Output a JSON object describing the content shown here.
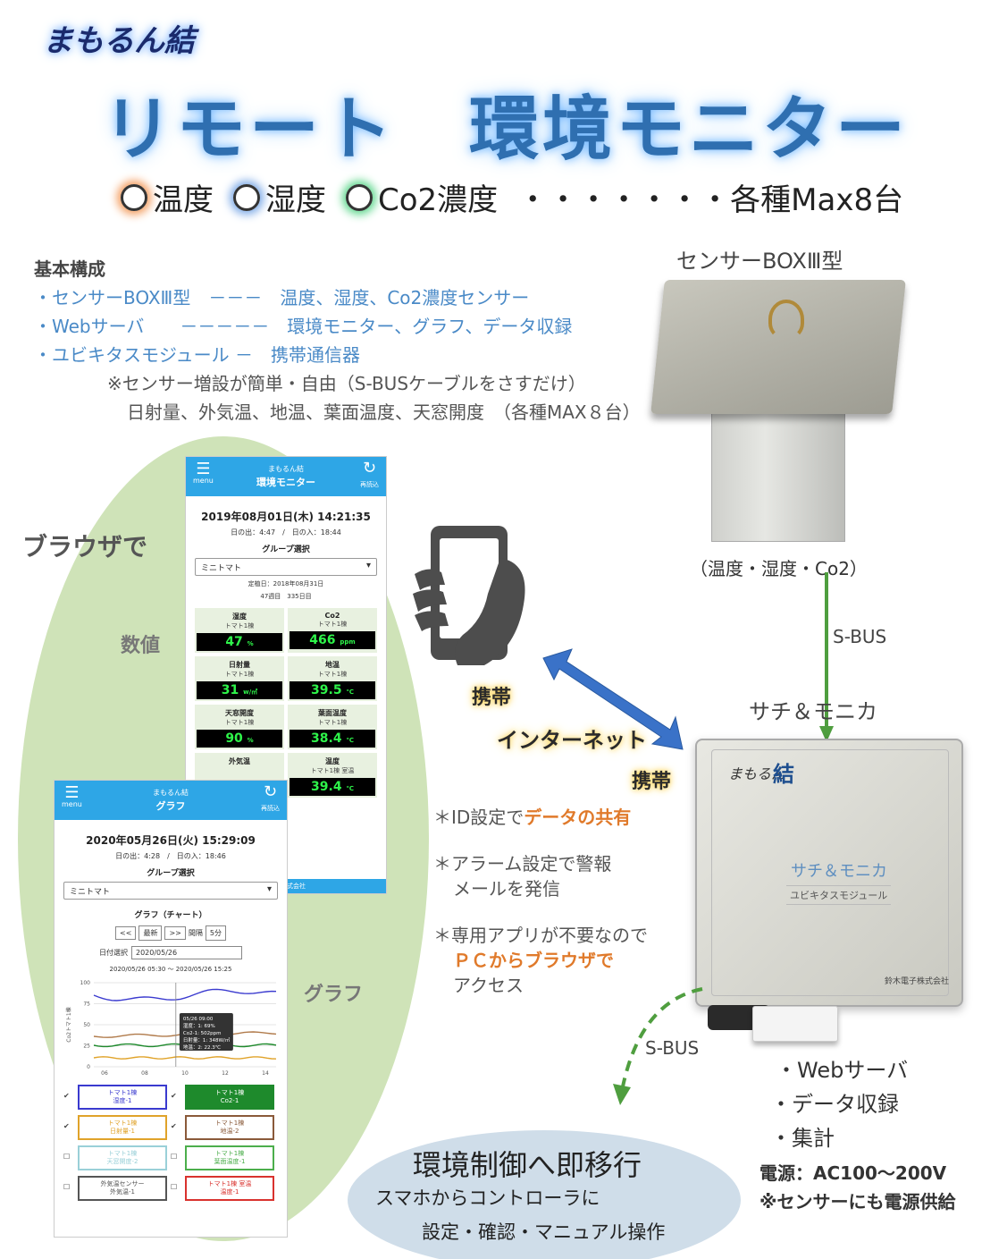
{
  "header": {
    "brand": "まもるん結",
    "title": "リモート　環境モニター",
    "metrics": [
      "温度",
      "湿度",
      "Co2濃度"
    ],
    "metrics_suffix": "・・・・・・・各種Max8台"
  },
  "config": {
    "heading": "基本構成",
    "rows": [
      "・センサーBOXⅢ型　－－－　温度、湿度、Co2濃度センサー",
      "・Webサーバ　　－－－－－　環境モニター、グラフ、データ収録",
      "・ユビキタスモジュール －　携帯通信器"
    ],
    "notes": [
      "※センサー増設が簡単・自由（S-BUSケーブルをさすだけ）",
      "日射量、外気温、地温、葉面温度、天窓開度　（各種MAX８台）"
    ]
  },
  "sensor": {
    "title": "センサーBOXⅢ型",
    "values": "（温度・湿度・Co2）",
    "bus": "S-BUS"
  },
  "device": {
    "title": "サチ＆モニカ",
    "brand_text": "まもるん",
    "brand_kanji": "結",
    "name": "サチ＆モニカ",
    "sub": "ユビキタスモジュール",
    "maker": "鈴木電子株式会社",
    "bus": "S-BUS"
  },
  "webserver_list": [
    "・Webサーバ",
    "・データ収録",
    "・集計"
  ],
  "power": [
    "電源：AC100～200V",
    "※センサーにも電源供給"
  ],
  "comm": {
    "mobile_1": "携帯",
    "internet": "インターネット",
    "mobile_2": "携帯"
  },
  "features": {
    "f1_prefix": "＊ID設定で",
    "f1_highlight": "データの共有",
    "f2_line1": "＊アラーム設定で警報",
    "f2_line2": "メールを発信",
    "f3_line1": "＊専用アプリが不要なので",
    "f3_highlight": "ＰＣからブラウザで",
    "f3_line3": "アクセス"
  },
  "browser": {
    "label": "ブラウザで",
    "numbers_label": "数値",
    "graph_label": "グラフ"
  },
  "screen1": {
    "menu": "menu",
    "app": "まもるん結",
    "title": "環境モニター",
    "reload": "再読込",
    "datetime": "2019年08月01日(木) 14:21:35",
    "sun": "日の出：4:47　/　日の入：18:44",
    "group_label": "グループ選択",
    "group": "ミニトマト",
    "planting": "定植日：2018年08月31日",
    "week": "47週目　335日目",
    "cells": [
      {
        "name": "湿度",
        "sub": "トマト1棟",
        "value": "47",
        "unit": "%"
      },
      {
        "name": "Co2",
        "sub": "トマト1棟",
        "value": "466",
        "unit": "ppm"
      },
      {
        "name": "日射量",
        "sub": "トマト1棟",
        "value": "31",
        "unit": "w/㎡"
      },
      {
        "name": "地温",
        "sub": "トマト1棟",
        "value": "39.5",
        "unit": "℃"
      },
      {
        "name": "天窓開度",
        "sub": "トマト1棟",
        "value": "90",
        "unit": "%"
      },
      {
        "name": "葉面温度",
        "sub": "トマト1棟",
        "value": "38.4",
        "unit": "℃"
      },
      {
        "name": "外気温",
        "sub": "",
        "value": "",
        "unit": ""
      },
      {
        "name": "温度",
        "sub": "トマト1棟 室温",
        "value": "39.4",
        "unit": "℃"
      }
    ],
    "footer": "式会社"
  },
  "screen2": {
    "menu": "menu",
    "app": "まもるん結",
    "title": "グラフ",
    "reload": "再読込",
    "datetime": "2020年05月26日(火) 15:29:09",
    "sun": "日の出：4:28　/　日の入：18:46",
    "group_label": "グループ選択",
    "group": "ミニトマト",
    "graph_title": "グラフ（チャート）",
    "nav": [
      "<<",
      "最新",
      ">>",
      "間隔",
      "5分"
    ],
    "date_label": "日付選択",
    "date": "2020/05/26",
    "range": "2020/05/26 05:30 ～ 2020/05/26 15:25",
    "y_ticks": [
      "100",
      "75",
      "50",
      "25",
      "0"
    ],
    "x_ticks": [
      "06",
      "08",
      "10",
      "12",
      "14"
    ],
    "y_axis_label": "Co2トマト1棟",
    "tooltip": [
      "05/26 09:00",
      "湿度：1: 69%",
      "Co2-1: 502ppm",
      "日射量：1: 348W/㎡",
      "地温：2: 22.3℃"
    ],
    "tiles": [
      {
        "line1": "トマト1棟",
        "line2": "湿度-1",
        "color": "#3a3acf",
        "fill": "#ffffff",
        "text": "#3a3acf",
        "checked": true
      },
      {
        "line1": "トマト1棟",
        "line2": "Co2-1",
        "color": "#1e8a2c",
        "fill": "#1e8a2c",
        "text": "#ffffff",
        "checked": true
      },
      {
        "line1": "トマト1棟",
        "line2": "日射量-1",
        "color": "#e0a32a",
        "fill": "#ffffff",
        "text": "#e0a32a",
        "checked": true
      },
      {
        "line1": "トマト1棟",
        "line2": "地温-2",
        "color": "#8a5a3a",
        "fill": "#ffffff",
        "text": "#8a5a3a",
        "checked": true
      },
      {
        "line1": "トマト1棟",
        "line2": "天窓開度-2",
        "color": "#9ad0d8",
        "fill": "#ffffff",
        "text": "#9ad0d8",
        "checked": false
      },
      {
        "line1": "トマト1棟",
        "line2": "葉面温度-1",
        "color": "#4cae4c",
        "fill": "#ffffff",
        "text": "#4cae4c",
        "checked": false
      },
      {
        "line1": "外気温センサー",
        "line2": "外気温-1",
        "color": "#555555",
        "fill": "#ffffff",
        "text": "#555555",
        "checked": false
      },
      {
        "line1": "トマト1棟 室温",
        "line2": "温度-1",
        "color": "#d9322e",
        "fill": "#ffffff",
        "text": "#d9322e",
        "checked": false
      }
    ]
  },
  "bottom_bubble": {
    "title": "環境制御へ即移行",
    "line1": "スマホからコントローラに",
    "line2": "設定・確認・マニュアル操作"
  },
  "colors": {
    "title_blue": "#2f6fb0",
    "oval_green": "#cfe3b8",
    "bubble_blue": "#cfdde9",
    "app_blue": "#2ea6e6",
    "bus_green": "#4f9e3f",
    "arrow_blue": "#3a72c8"
  }
}
